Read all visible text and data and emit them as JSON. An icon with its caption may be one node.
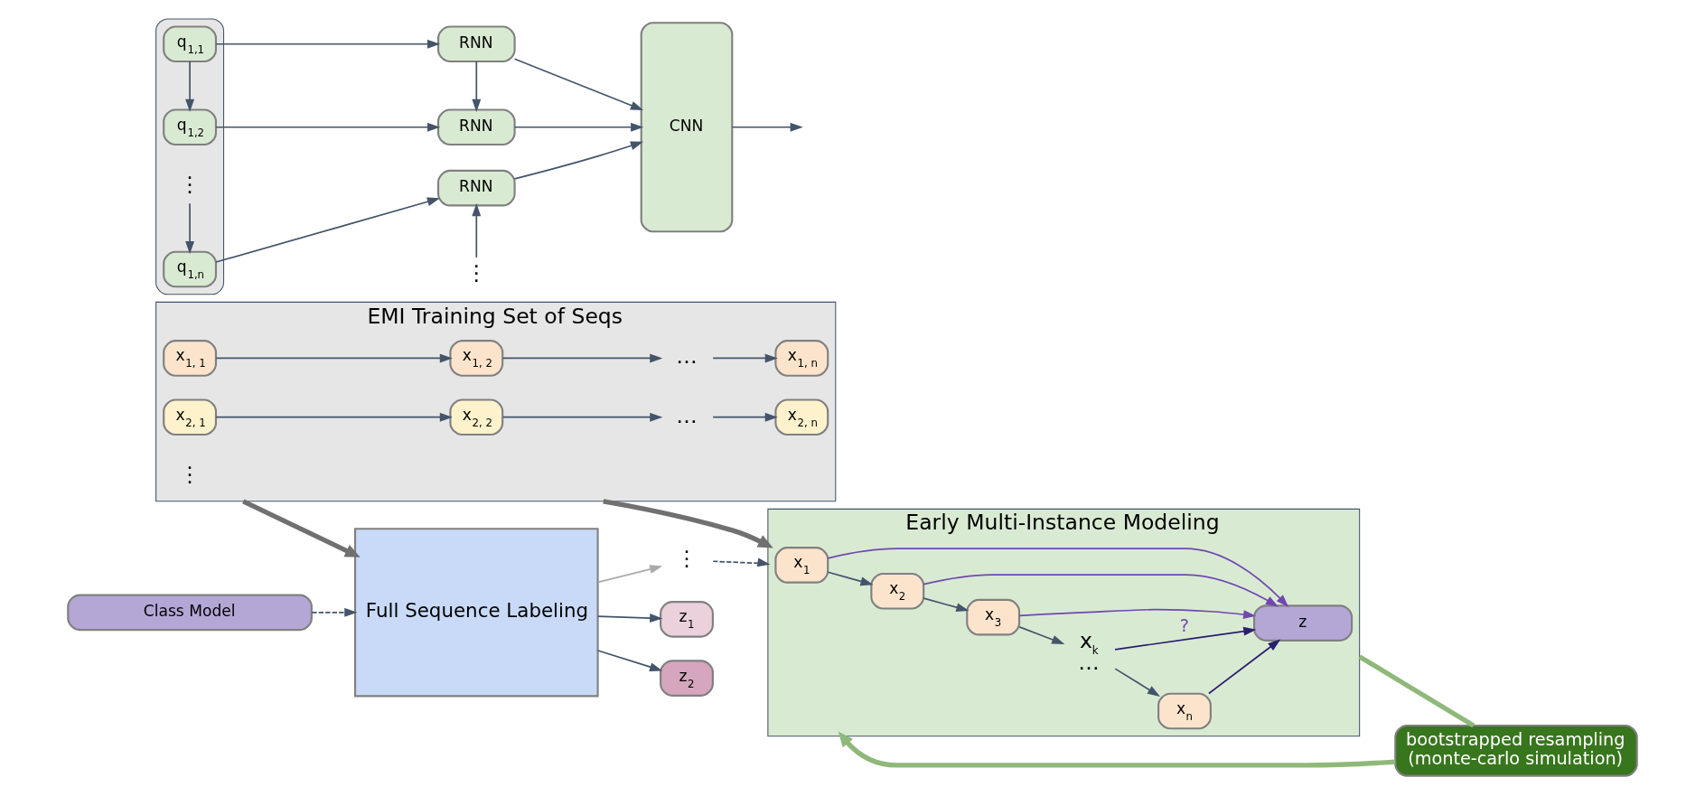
{
  "diagram": {
    "nodes": [
      {
        "text": [
          "EMI Training Set of Seqs"
        ]
      },
      {
        "text": [
          "x$_{1, 1}$"
        ],
        "in": 0
      },
      {
        "text": [
          "x$_{1, 2}$"
        ],
        "in": 0
      },
      {
        "text": [
          "…"
        ],
        "in": 0
      },
      {
        "text": [
          "x$_{1, n}$"
        ],
        "in": 0
      },
      {
        "text": [
          "x$_{2, 1}$"
        ],
        "in": 0
      },
      {
        "text": [
          "x$_{2, 2}$"
        ],
        "in": 0
      },
      {
        "text": [
          "…"
        ],
        "in": 0
      },
      {
        "text": [
          "x$_{2, n}$"
        ],
        "in": 0
      },
      {
        "text": [
          "⋮"
        ],
        "in": 0
      },
      {
        "text": [
          "Class Model"
        ]
      },
      {
        "text": [
          "Full Sequence Labeling"
        ]
      },
      {
        "text": [
          "z$_{1}$"
        ]
      },
      {
        "text": [
          "z$_{2}$"
        ]
      },
      {
        "text": [
          "⋮"
        ]
      },
      {
        "text": [
          "Early Multi-Instance Modeling"
        ]
      },
      {
        "text": [
          "x$_{1}$"
        ],
        "in": 15
      },
      {
        "text": [
          "x$_{2}$"
        ],
        "in": 15
      },
      {
        "text": [
          "x$_{3}$"
        ],
        "in": 15
      },
      {
        "text": [
          "x$_{k}$",
          "…"
        ],
        "in": 15
      },
      {
        "text": [
          "x$_{n}$"
        ],
        "in": 15
      },
      {
        "text": [
          "z"
        ],
        "in": 15
      },
      {
        "text": [
          "bootstrapped resampling",
          "(monte-carlo simulation)"
        ]
      },
      {
        "text": [],
        "shape": "box"
      },
      {
        "text": [
          "q$_{1,1}$"
        ],
        "in": 23
      },
      {
        "text": [
          "q$_{1,2}$"
        ],
        "in": 23
      },
      {
        "text": [
          "⋮"
        ],
        "in": 23
      },
      {
        "text": [
          "q$_{1,n}$"
        ],
        "in": 23
      },
      {
        "text": [
          "RNN"
        ]
      },
      {
        "text": [
          "RNN"
        ]
      },
      {
        "text": [
          "⋮"
        ]
      },
      {
        "text": [
          "RNN"
        ]
      },
      {
        "text": [
          "CNN"
        ]
      }
    ],
    "edges": [
      {
        "from": 0,
        "to": 11,
        "arrow": "to",
        "style": "thick",
        "color": "#707070"
      },
      {
        "from": 0,
        "to": 15,
        "arrow": "to",
        "style": "thick",
        "color": "#707070"
      },
      {
        "from": 1,
        "to": 2,
        "arrow": "to"
      },
      {
        "from": 2,
        "to": 3,
        "arrow": "to"
      },
      {
        "from": 3,
        "to": 4,
        "arrow": "to"
      },
      {
        "from": 5,
        "to": 6,
        "arrow": "to"
      },
      {
        "from": 6,
        "to": 7,
        "arrow": "to"
      },
      {
        "from": 7,
        "to": 8,
        "arrow": "to"
      },
      {
        "from": 10,
        "to": 11,
        "arrow": "to",
        "style": "dashed"
      },
      {
        "from": 11,
        "to": 12,
        "arrow": "to"
      },
      {
        "from": 11,
        "to": 13,
        "arrow": "to"
      },
      {
        "from": 11,
        "to": 14,
        "arrow": "to",
        "color": "#aaaaaa"
      },
      {
        "from": 14,
        "to": 15,
        "arrow": "to",
        "style": "dashed"
      },
      {
        "from": 16,
        "to": 17,
        "arrow": "to"
      },
      {
        "from": 17,
        "to": 18,
        "arrow": "to"
      },
      {
        "from": 18,
        "to": 19,
        "arrow": "to"
      },
      {
        "from": 19,
        "to": 20,
        "arrow": "to"
      },
      {
        "from": 16,
        "to": 21,
        "arrow": "to",
        "color": "#7048b0"
      },
      {
        "from": 17,
        "to": 21,
        "arrow": "to",
        "color": "#7048b0"
      },
      {
        "from": 18,
        "to": 21,
        "arrow": "to",
        "color": "#7048b0"
      },
      {
        "from": 19,
        "to": 21,
        "arrow": "to",
        "label": "?",
        "color": "#2a1f6e"
      },
      {
        "from": 20,
        "to": 21,
        "arrow": "to",
        "color": "#2a1f6e"
      },
      {
        "from": 15,
        "to": 22,
        "arrow": "none",
        "style": "thick",
        "color": "#8fb87a"
      },
      {
        "from": 22,
        "to": 15,
        "arrow": "to",
        "style": "thick",
        "color": "#8fb87a"
      },
      {
        "from": 24,
        "to": 25,
        "arrow": "to"
      },
      {
        "from": 26,
        "to": 27,
        "arrow": "to"
      },
      {
        "from": 24,
        "to": 28,
        "arrow": "to"
      },
      {
        "from": 25,
        "to": 29,
        "arrow": "to"
      },
      {
        "from": 27,
        "to": 31,
        "arrow": "to"
      },
      {
        "from": 28,
        "to": 29,
        "arrow": "to"
      },
      {
        "from": 30,
        "to": 31,
        "arrow": "to"
      },
      {
        "from": 28,
        "to": 32,
        "arrow": "to"
      },
      {
        "from": 29,
        "to": 32,
        "arrow": "to"
      },
      {
        "from": 31,
        "to": 32,
        "arrow": "to"
      },
      {
        "from": 32,
        "to": null,
        "arrow": "to"
      }
    ]
  }
}
